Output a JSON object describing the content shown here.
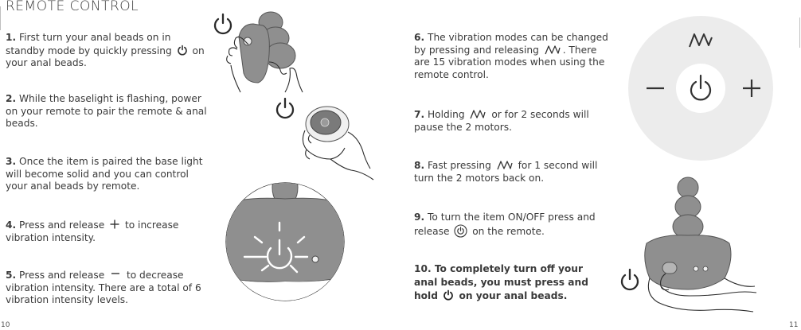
{
  "title": "REMOTE CONTROL",
  "left_steps": [
    {
      "num": "1.",
      "before": " First turn your anal beads on in standby mode by quickly pressing",
      "after": " on your anal beads.",
      "icon": "power-icon"
    },
    {
      "num": "2.",
      "text": " While the baselight is flashing, power on your remote to pair the remote & anal beads."
    },
    {
      "num": "3.",
      "text": " Once the item is paired the base light will become solid and you can control your anal beads by remote."
    },
    {
      "num": "4.",
      "before": " Press and release",
      "after": " to increase vibration intensity.",
      "icon": "plus-icon"
    },
    {
      "num": "5.",
      "before": " Press and release",
      "after": " to decrease vibration intensity. There are a total of 6 vibration intensity levels.",
      "icon": "minus-icon"
    }
  ],
  "right_steps": [
    {
      "num": "6.",
      "before": " The vibration modes can be changed by pressing and releasing",
      "after": ". There are 15 vibration modes when using the remote control.",
      "icon": "wave-icon"
    },
    {
      "num": "7.",
      "before": " Holding",
      "after": " or for 2 seconds will pause the 2 motors.",
      "icon": "wave-icon"
    },
    {
      "num": "8.",
      "before": " Fast pressing",
      "after": " for 1 second will turn the 2 motors back on.",
      "icon": "wave-icon"
    },
    {
      "num": "9.",
      "before": " To turn the item ON/OFF press and release",
      "after": " on the remote.",
      "icon": "circled-power-icon"
    },
    {
      "num": "10.",
      "before": " To completely turn off your anal beads, you must press and hold",
      "after": " on your anal beads.",
      "icon": "power-icon"
    }
  ],
  "page_numbers": {
    "left": "10",
    "right": "11"
  },
  "colors": {
    "text": "#3a3a3a",
    "device_gray": "#8f8f8f",
    "device_dark": "#707070",
    "remote_bg": "#ececec",
    "outline": "#2b2b2b"
  },
  "icons": [
    "power-icon",
    "plus-icon",
    "minus-icon",
    "wave-icon",
    "circled-power-icon",
    "light-glow-icon"
  ]
}
